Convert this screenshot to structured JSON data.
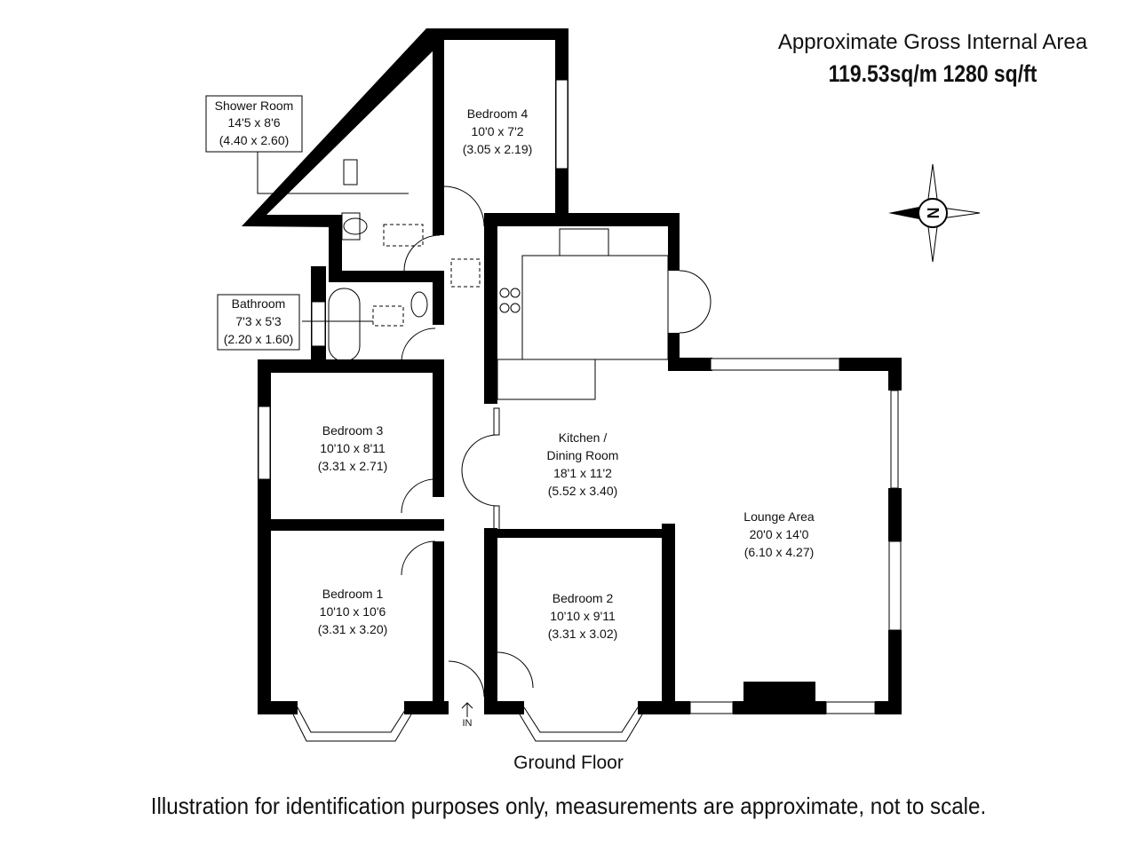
{
  "header": {
    "title": "Approximate Gross Internal Area",
    "area": "119.53sq/m  1280 sq/ft"
  },
  "compass": {
    "letter": "N"
  },
  "rooms": {
    "shower_room": {
      "name": "Shower Room",
      "imperial": "14'5 x 8'6",
      "metric": "(4.40 x 2.60)"
    },
    "bedroom4": {
      "name": "Bedroom 4",
      "imperial": "10'0 x 7'2",
      "metric": "(3.05 x 2.19)"
    },
    "bathroom": {
      "name": "Bathroom",
      "imperial": "7'3 x 5'3",
      "metric": "(2.20 x 1.60)"
    },
    "bedroom3": {
      "name": "Bedroom 3",
      "imperial": "10'10 x 8'11",
      "metric": "(3.31 x 2.71)"
    },
    "kitchen": {
      "name1": "Kitchen /",
      "name2": "Dining Room",
      "imperial": "18'1 x 11'2",
      "metric": "(5.52 x 3.40)"
    },
    "lounge": {
      "name": "Lounge Area",
      "imperial": "20'0 x 14'0",
      "metric": "(6.10 x 4.27)"
    },
    "bedroom1": {
      "name": "Bedroom 1",
      "imperial": "10'10 x 10'6",
      "metric": "(3.31 x 3.20)"
    },
    "bedroom2": {
      "name": "Bedroom 2",
      "imperial": "10'10 x 9'11",
      "metric": "(3.31 x 3.02)"
    }
  },
  "entrance": {
    "label": "IN"
  },
  "floor_label": "Ground Floor",
  "disclaimer": "Illustration for identification purposes only, measurements are approximate, not to scale."
}
